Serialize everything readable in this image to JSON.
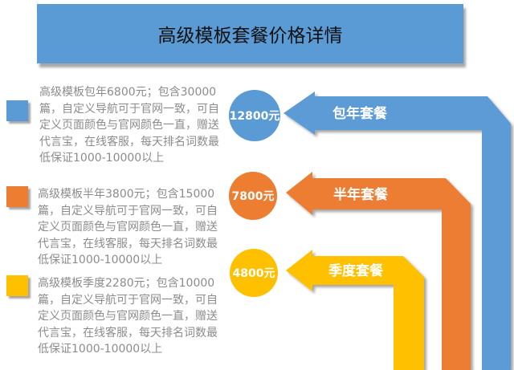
{
  "title": "高级模板套餐价格详情",
  "packages": [
    {
      "price": "12800元",
      "name": "包年套餐",
      "color": "#5b9bd5",
      "description": "高级模板包年6800元；包含30000篇，自定义导航可于官网一致，可自定义页面颜色与官网颜色一直，赠送代言宝，在线客服，每天排名词数最低保证1000-10000以上"
    },
    {
      "price": "7800元",
      "name": "半年套餐",
      "color": "#ed7d31",
      "description": "高级模板半年3800元；包含15000篇，自定义导航可于官网一致，可自定义页面颜色与官网颜色一直，赠送代言宝，在线客服，每天排名词数最低保证1000-10000以上"
    },
    {
      "price": "4800元",
      "name": "季度套餐",
      "color": "#ffc000",
      "description": "高级模板季度2280元；包含10000篇，自定义导航可于官网一致，可自定义页面颜色与官网颜色一直，赠送代言宝，在线客服，每天排名词数最低保证1000-10000以上"
    }
  ]
}
